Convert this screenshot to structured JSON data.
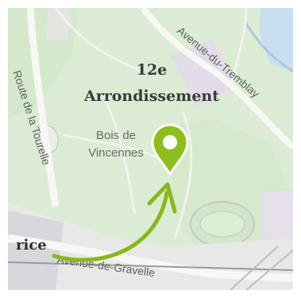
{
  "map": {
    "district_line1": "12e",
    "district_line2": "Arrondissement",
    "park_line1": "Bois de",
    "park_line2": "Vincennes",
    "road_tourelle": "Route de la Tourelle",
    "road_tremblay": "Avenue-du-Tremblay",
    "road_gravelle": "Avenue-de-Gravelle",
    "partial_label": "rice",
    "pin_icon": "map-pin-icon",
    "arrow_icon": "curved-arrow-icon",
    "colors": {
      "park": "#dcecd4",
      "urban": "#e6e1ea",
      "pin": "#8cbf1c",
      "arrow": "#86b81a",
      "water": "#c9dff0",
      "road": "#f7f7f4"
    }
  }
}
